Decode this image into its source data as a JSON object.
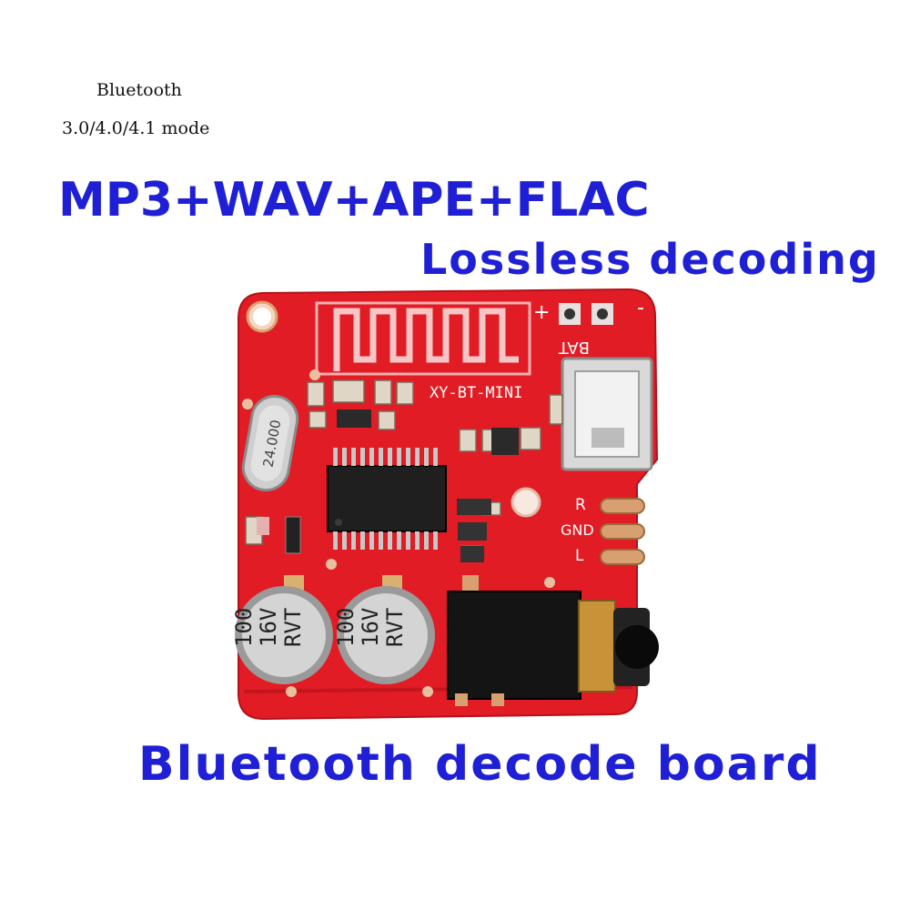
{
  "header": {
    "line1": "Bluetooth",
    "line2": "3.0/4.0/4.1 mode"
  },
  "formats": "MP3+WAV+APE+FLAC",
  "subtitle": "Lossless decoding",
  "footer": "Bluetooth decode board",
  "board": {
    "model": "XY-BT-MINI",
    "crystal": "24.000",
    "battery_label": "BAT",
    "plus_label": "+",
    "minus_label": "-",
    "pin_r": "R",
    "pin_gnd": "GND",
    "pin_l": "L",
    "cap_value": "100",
    "cap_voltage": "16V",
    "cap_brand": "RVT"
  },
  "colors": {
    "text_blue": "#1f1fd6",
    "pcb_red": "#e11c24",
    "background": "#ffffff"
  }
}
